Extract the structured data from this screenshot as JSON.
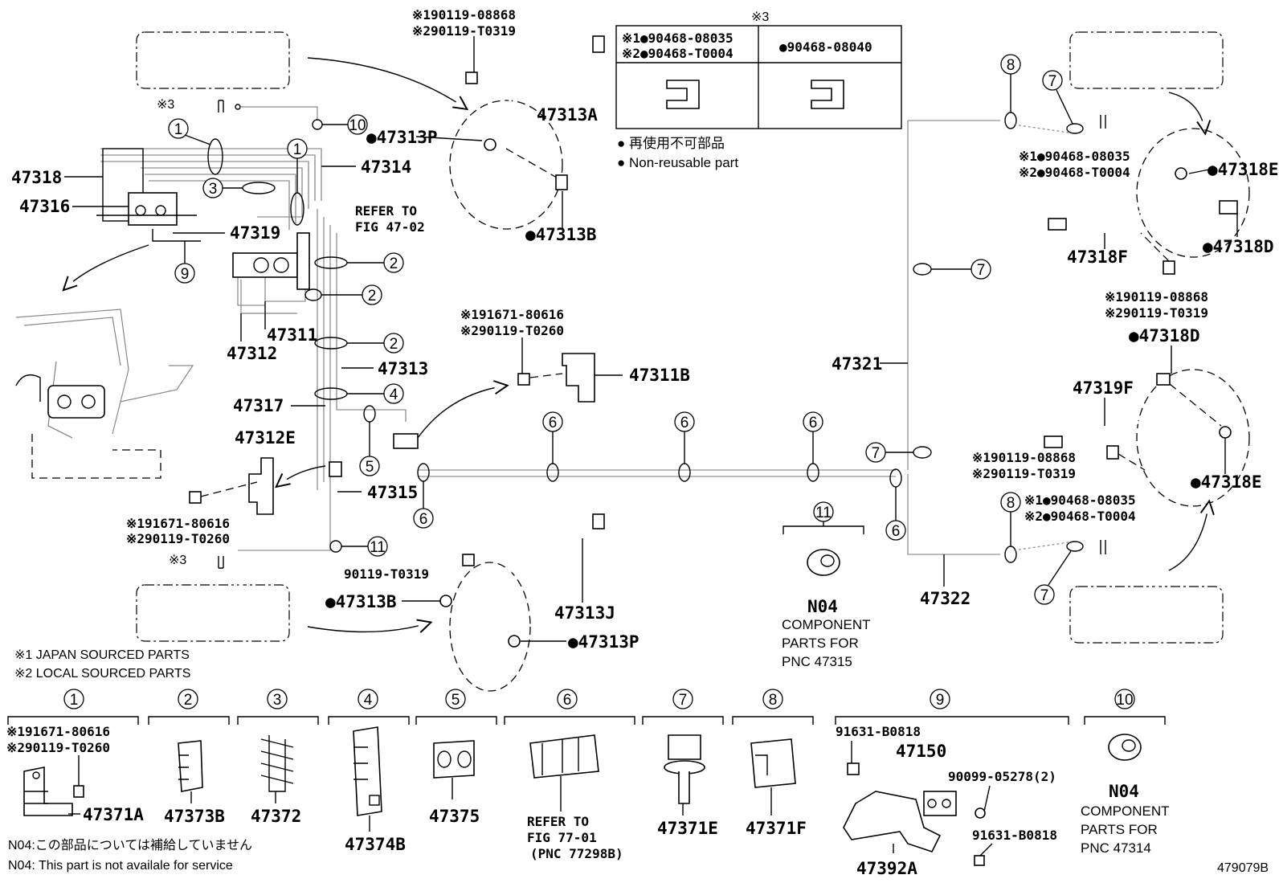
{
  "diagram_id": "479079B",
  "table": {
    "header": "※3",
    "col1_line1": "※1●90468-08035",
    "col1_line2": "※2●90468-T0004",
    "col2_line1": "●90468-08040"
  },
  "legend": {
    "jp": "● 再使用不可部品",
    "en": "● Non-reusable part"
  },
  "notes": {
    "japan": "※1 JAPAN SOURCED PARTS",
    "local": "※2 LOCAL SOURCED PARTS",
    "n04_jp": "N04:この部品については補給していません",
    "n04_en": "N04: This part is not availale for service"
  },
  "refer_top": [
    "REFER TO",
    "FIG 47-02"
  ],
  "refer_bottom": [
    "REFER TO",
    "FIG 77-01",
    "(PNC 77298B)"
  ],
  "component_a": [
    "N04",
    "COMPONENT",
    "PARTS FOR",
    "PNC 47315"
  ],
  "component_b": [
    "N04",
    "COMPONENT",
    "PARTS FOR",
    "PNC 47314"
  ],
  "parts": {
    "p47318": "47318",
    "p47316": "47316",
    "p47319": "47319",
    "p47314": "47314",
    "p47313P_top": "●47313P",
    "p47313A": "47313A",
    "p47313B_top": "●47313B",
    "p47311": "47311",
    "p47312": "47312",
    "p47313": "47313",
    "p47317": "47317",
    "p47311B": "47311B",
    "p47312E": "47312E",
    "p47315": "47315",
    "p47313B_bot": "●47313B",
    "p47313J": "47313J",
    "p47313P_bot": "●47313P",
    "p90119_T0319": "90119-T0319",
    "p47321": "47321",
    "p47322": "47322",
    "p47318E_top": "●47318E",
    "p47318F": "47318F",
    "p47318D_top": "●47318D",
    "p47318D_mid": "●47318D",
    "p47319F": "47319F",
    "p47318E_bot": "●47318E",
    "p47371A": "47371A",
    "p47373B": "47373B",
    "p47372": "47372",
    "p47374B": "47374B",
    "p47375": "47375",
    "p47371E": "47371E",
    "p47371F": "47371F",
    "p91631_a": "91631-B0818",
    "p47150": "47150",
    "p90099": "90099-05278(2)",
    "p91631_b": "91631-B0818",
    "p47392A": "47392A"
  },
  "refs": {
    "r_top_a": "※190119-08868",
    "r_top_b": "※290119-T0319",
    "r_mid_a": "※191671-80616",
    "r_mid_b": "※290119-T0260",
    "r_left_a": "※191671-80616",
    "r_left_b": "※290119-T0260",
    "r_right_clip_a": "※1●90468-08035",
    "r_right_clip_b": "※2●90468-T0004",
    "r_right_bolt_a": "※190119-08868",
    "r_right_bolt_b": "※290119-T0319",
    "r_right2_a": "※190119-08868",
    "r_right2_b": "※290119-T0319",
    "r_right_clip2_a": "※1●90468-08035",
    "r_right_clip2_b": "※2●90468-T0004",
    "r_bot1_a": "※191671-80616",
    "r_bot1_b": "※290119-T0260",
    "x3_top": "※3",
    "x3_bot": "※3"
  },
  "callouts": [
    "1",
    "2",
    "3",
    "4",
    "5",
    "6",
    "7",
    "8",
    "9",
    "10",
    "11"
  ]
}
